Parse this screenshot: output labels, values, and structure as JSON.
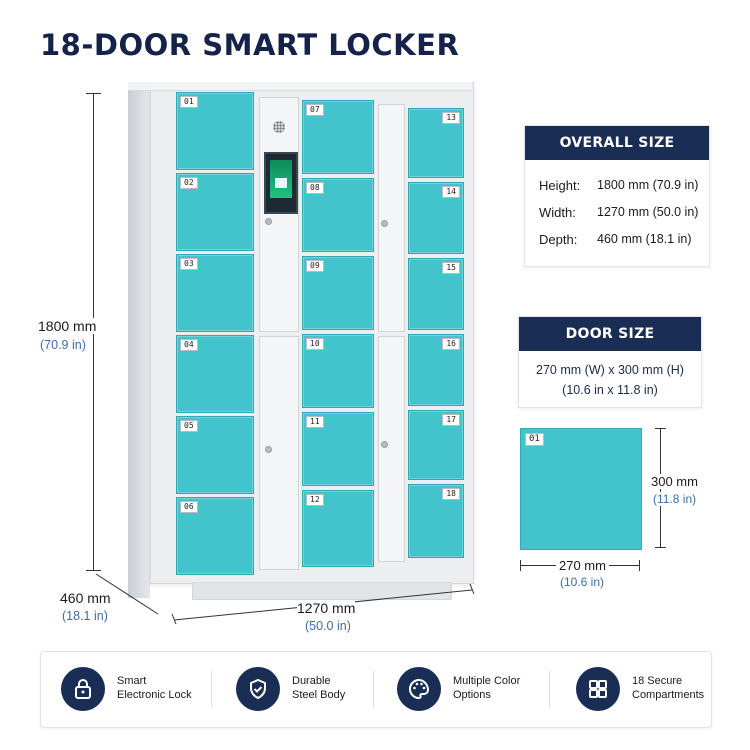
{
  "title": "18-DOOR SMART LOCKER",
  "doors": {
    "left": [
      "01",
      "02",
      "03",
      "04",
      "05",
      "06"
    ],
    "middle": [
      "07",
      "08",
      "09",
      "10",
      "11",
      "12"
    ],
    "right": [
      "13",
      "14",
      "15",
      "16",
      "17",
      "18"
    ]
  },
  "dimensions": {
    "height_main": "1800 mm",
    "height_sub": "(70.9 in)",
    "depth_main": "460 mm",
    "depth_sub": "(18.1 in)",
    "width_main": "1270 mm",
    "width_sub": "(50.0 in)"
  },
  "overall_size": {
    "heading": "OVERALL SIZE",
    "rows": [
      {
        "label": "Height:",
        "value": "1800 mm (70.9 in)"
      },
      {
        "label": "Width:",
        "value": "1270 mm (50.0 in)"
      },
      {
        "label": "Depth:",
        "value": "460 mm (18.1 in)"
      }
    ]
  },
  "door_size": {
    "heading": "DOOR SIZE",
    "line1": "270 mm (W) x 300 mm (H)",
    "line2": "(10.6 in x 11.8 in)",
    "sample_number": "01",
    "height_main": "300 mm",
    "height_sub": "(11.8 in)",
    "width_main": "270 mm",
    "width_sub": "(10.6 in)"
  },
  "features": [
    {
      "icon": "lock-icon",
      "line1": "Smart",
      "line2": "Electronic Lock"
    },
    {
      "icon": "shield-check-icon",
      "line1": "Durable",
      "line2": "Steel Body"
    },
    {
      "icon": "palette-icon",
      "line1": "Multiple Color",
      "line2": "Options"
    },
    {
      "icon": "compartments-icon",
      "line1": "18 Secure",
      "line2": "Compartments"
    }
  ],
  "colors": {
    "navy": "#1a2d55",
    "teal": "#43c3cc",
    "accent_blue": "#3a6ea8"
  }
}
